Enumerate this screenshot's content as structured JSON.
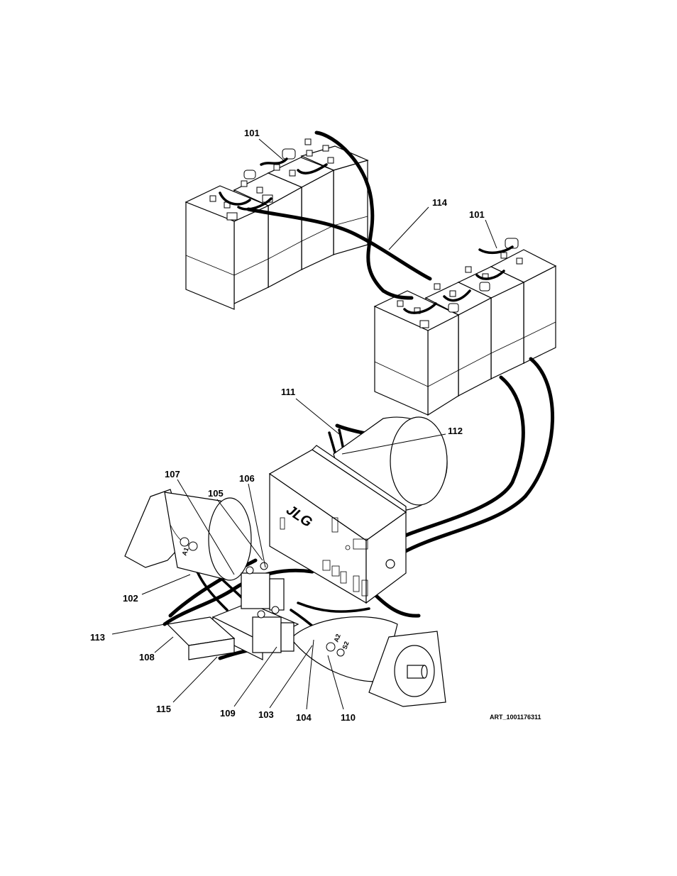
{
  "callouts": {
    "c101a": "101",
    "c101b": "101",
    "c114": "114",
    "c111": "111",
    "c112": "112",
    "c107": "107",
    "c106": "106",
    "c105": "105",
    "c102": "102",
    "c113": "113",
    "c108": "108",
    "c115": "115",
    "c109": "109",
    "c103": "103",
    "c104": "104",
    "c110": "110"
  },
  "terminal_labels": {
    "a1": "A1",
    "a2": "A2",
    "s2": "S2"
  },
  "logo_text": "JLG",
  "art_id": "ART_1001176311"
}
